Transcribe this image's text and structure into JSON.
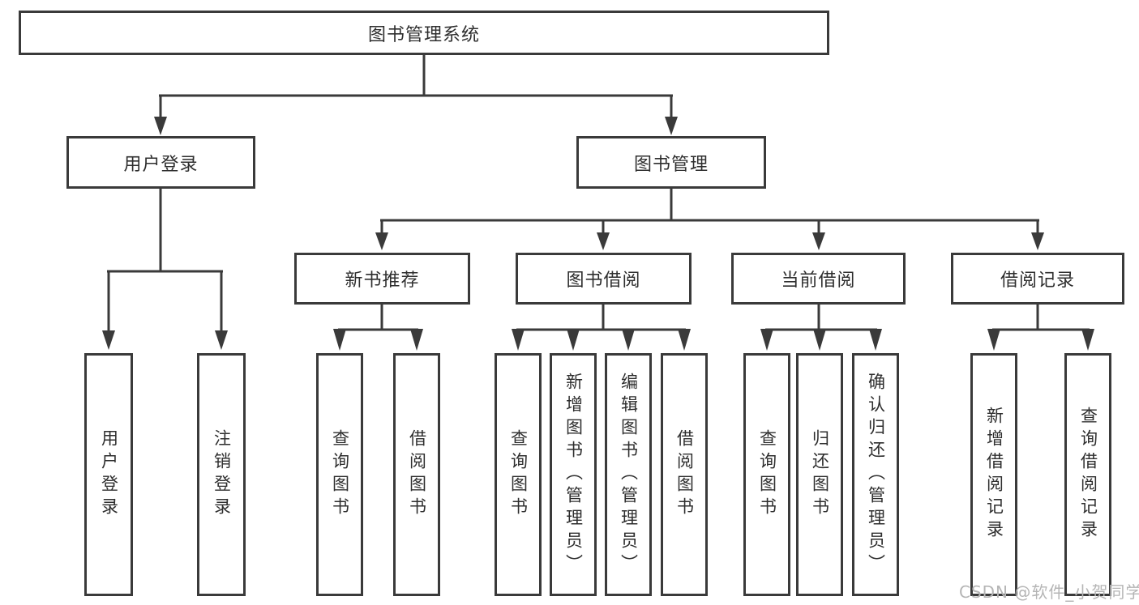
{
  "tree": {
    "root": "图书管理系统",
    "branches": [
      {
        "label": "用户登录",
        "children": [
          "用户登录",
          "注销登录"
        ]
      },
      {
        "label": "图书管理",
        "groups": [
          {
            "label": "新书推荐",
            "children": [
              "查询图书",
              "借阅图书"
            ]
          },
          {
            "label": "图书借阅",
            "children": [
              "查询图书",
              "新增图书（管理员）",
              "编辑图书（管理员）",
              "借阅图书"
            ]
          },
          {
            "label": "当前借阅",
            "children": [
              "查询图书",
              "归还图书",
              "确认归还（管理员）"
            ]
          },
          {
            "label": "借阅记录",
            "children": [
              "新增借阅记录",
              "查询借阅记录"
            ]
          }
        ]
      }
    ]
  },
  "watermark": "CSDN @软件_小贺同学",
  "colors": {
    "line": "#3a3a3a",
    "text": "#2e2e2e",
    "watermark": "#b5b5b5",
    "background": "#ffffff"
  }
}
